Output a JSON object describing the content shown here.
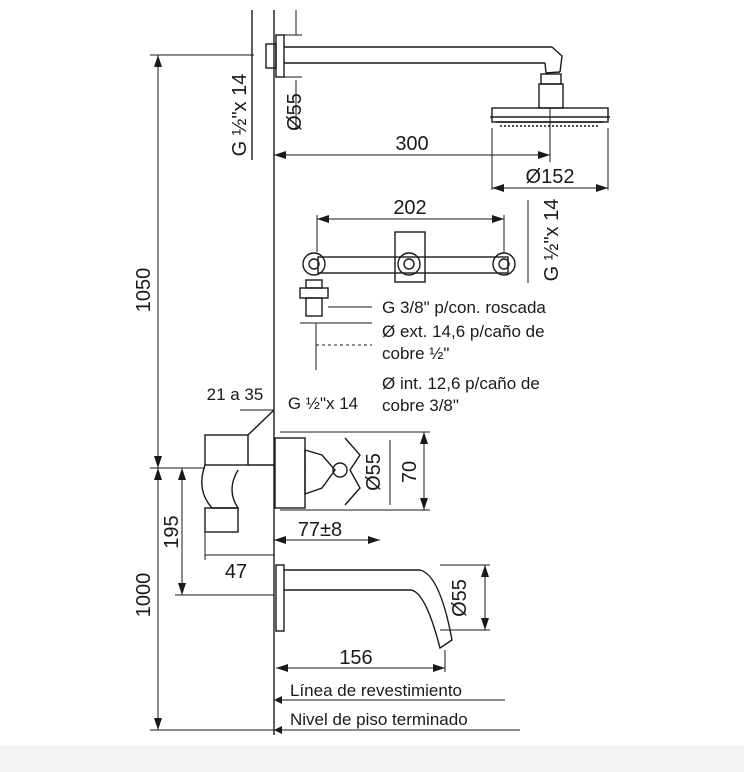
{
  "diagram": {
    "dimensions": {
      "total_height": "1050",
      "inlet_height": "1000",
      "arm_length": "300",
      "head_diameter": "Ø152",
      "valve_spacing": "202",
      "spout_offset": "195",
      "spout_depth": "47",
      "valve_depth": "77±8",
      "valve_height": "70",
      "spout_reach": "156",
      "wall_range": "21 a 35"
    },
    "flange_diameters": {
      "shower_flange": "Ø55",
      "valve_flange": "Ø55",
      "spout_flange": "Ø55"
    },
    "threads": {
      "shower_arm": "G ½\"x 14",
      "valve_connection": "G ½\"x 14",
      "valve_side": "G ½\"x 14"
    },
    "notes": {
      "thread_3_8": "G 3/8\" p/con. roscada",
      "ext_line1": "Ø ext. 14,6 p/caño de",
      "ext_line2": "cobre ½\"",
      "int_line1": "Ø int. 12,6 p/caño de",
      "int_line2": "cobre 3/8\""
    },
    "reference_lines": {
      "cladding": "Línea de revestimiento",
      "floor": "Nivel de piso terminado"
    }
  },
  "colors": {
    "line": "#1a1a1a",
    "background": "#ffffff",
    "footer": "#f1f2f4"
  }
}
